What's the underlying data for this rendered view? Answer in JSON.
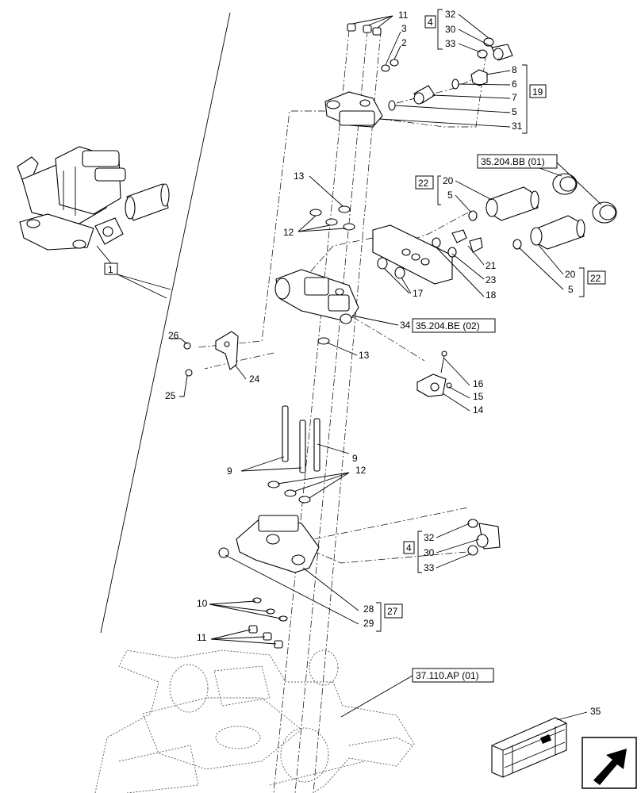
{
  "callouts": {
    "c11a": "11",
    "c3": "3",
    "c2": "2",
    "c32a": "32",
    "c30a": "30",
    "c33a": "33",
    "box4a": "4",
    "c8": "8",
    "c6": "6",
    "c7": "7",
    "c5a": "5",
    "c31": "31",
    "box19": "19",
    "ref_bb": "35.204.BB (01)",
    "box22a": "22",
    "c20a": "20",
    "c5b": "5",
    "c13a": "13",
    "c12a": "12",
    "c21": "21",
    "c23": "23",
    "c18": "18",
    "c17": "17",
    "c20b": "20",
    "c5c": "5",
    "box22b": "22",
    "c34": "34",
    "ref_be": "35.204.BE (02)",
    "c13b": "13",
    "box1": "1",
    "c26": "26",
    "c24": "24",
    "c25": "25",
    "c16": "16",
    "c15": "15",
    "c14": "14",
    "c9a": "9",
    "c9b": "9",
    "c12b": "12",
    "c32b": "32",
    "c30b": "30",
    "c33b": "33",
    "box4b": "4",
    "c10": "10",
    "c28": "28",
    "c29": "29",
    "box27": "27",
    "c11b": "11",
    "ref_ap": "37.110.AP (01)",
    "c35": "35"
  },
  "icons": {
    "kit_box": "kit-crate-icon",
    "nav_arrow": "navigation-arrow-icon"
  }
}
